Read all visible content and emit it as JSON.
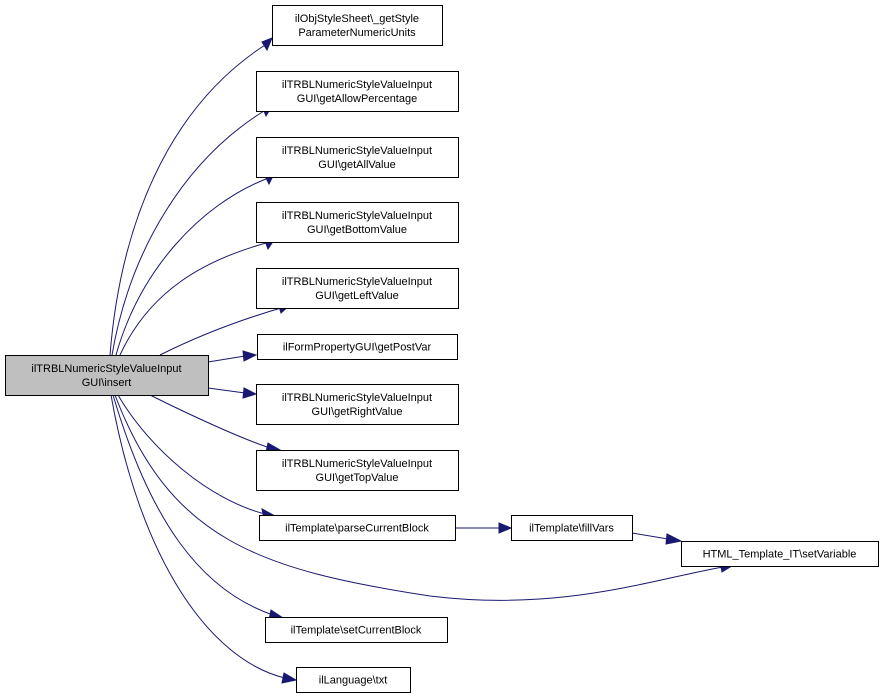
{
  "diagram": {
    "type": "call-graph",
    "colors": {
      "edge": "#191970",
      "root_fill": "#bfbfbf",
      "node_fill": "#ffffff",
      "border": "#000000"
    },
    "nodes": [
      {
        "id": "root",
        "lines": [
          "ilTRBLNumericStyleValueInput",
          "GUI\\insert"
        ],
        "root": true
      },
      {
        "id": "n1",
        "lines": [
          "ilObjStyleSheet\\_getStyle",
          "ParameterNumericUnits"
        ]
      },
      {
        "id": "n2",
        "lines": [
          "ilTRBLNumericStyleValueInput",
          "GUI\\getAllowPercentage"
        ]
      },
      {
        "id": "n3",
        "lines": [
          "ilTRBLNumericStyleValueInput",
          "GUI\\getAllValue"
        ]
      },
      {
        "id": "n4",
        "lines": [
          "ilTRBLNumericStyleValueInput",
          "GUI\\getBottomValue"
        ]
      },
      {
        "id": "n5",
        "lines": [
          "ilTRBLNumericStyleValueInput",
          "GUI\\getLeftValue"
        ]
      },
      {
        "id": "n6",
        "lines": [
          "ilFormPropertyGUI\\getPostVar"
        ]
      },
      {
        "id": "n7",
        "lines": [
          "ilTRBLNumericStyleValueInput",
          "GUI\\getRightValue"
        ]
      },
      {
        "id": "n8",
        "lines": [
          "ilTRBLNumericStyleValueInput",
          "GUI\\getTopValue"
        ]
      },
      {
        "id": "n9",
        "lines": [
          "ilTemplate\\parseCurrentBlock"
        ]
      },
      {
        "id": "n10",
        "lines": [
          "ilTemplate\\fillVars"
        ]
      },
      {
        "id": "n11",
        "lines": [
          "HTML_Template_IT\\setVariable"
        ]
      },
      {
        "id": "n12",
        "lines": [
          "ilTemplate\\setCurrentBlock"
        ]
      },
      {
        "id": "n13",
        "lines": [
          "ilLanguage\\txt"
        ]
      }
    ],
    "edges": [
      {
        "from": "root",
        "to": "n1"
      },
      {
        "from": "root",
        "to": "n2"
      },
      {
        "from": "root",
        "to": "n3"
      },
      {
        "from": "root",
        "to": "n4"
      },
      {
        "from": "root",
        "to": "n5"
      },
      {
        "from": "root",
        "to": "n6"
      },
      {
        "from": "root",
        "to": "n7"
      },
      {
        "from": "root",
        "to": "n8"
      },
      {
        "from": "root",
        "to": "n9"
      },
      {
        "from": "root",
        "to": "n11"
      },
      {
        "from": "root",
        "to": "n12"
      },
      {
        "from": "root",
        "to": "n13"
      },
      {
        "from": "n9",
        "to": "n10"
      },
      {
        "from": "n10",
        "to": "n11"
      }
    ]
  }
}
